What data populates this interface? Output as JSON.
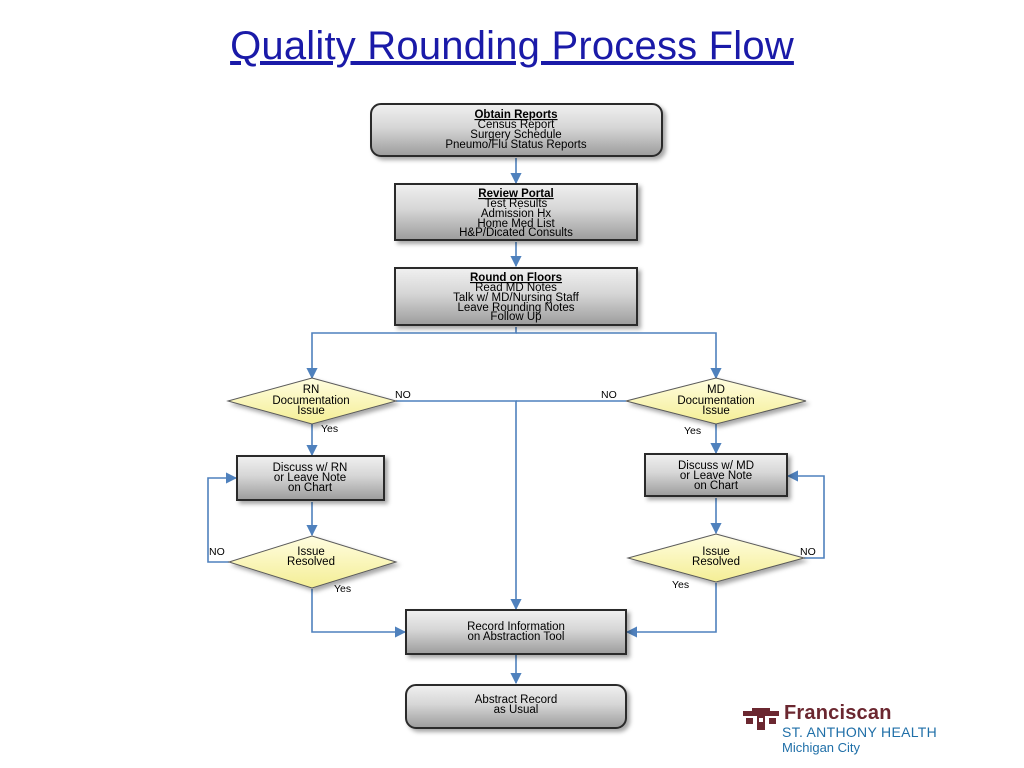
{
  "title": "Quality Rounding Process Flow",
  "nodes": {
    "obtain_reports": {
      "heading": "Obtain Reports",
      "lines": [
        "Census Report",
        "Surgery Schedule",
        "Pneumo/Flu Status Reports"
      ]
    },
    "review_portal": {
      "heading": "Review Portal",
      "lines": [
        "Test Results",
        "Admission Hx",
        "Home Med List",
        "H&P/Dicated Consults"
      ]
    },
    "round_on_floors": {
      "heading": "Round on Floors",
      "lines": [
        "Read MD Notes",
        "Talk w/ MD/Nursing Staff",
        "Leave Rounding Notes",
        "Follow Up"
      ]
    },
    "rn_decision": {
      "lines": [
        "RN",
        "Documentation",
        "Issue"
      ]
    },
    "md_decision": {
      "lines": [
        "MD",
        "Documentation",
        "Issue"
      ]
    },
    "discuss_rn": {
      "lines": [
        "Discuss w/ RN",
        "or Leave Note",
        "on Chart"
      ]
    },
    "discuss_md": {
      "lines": [
        "Discuss w/ MD",
        "or Leave Note",
        "on Chart"
      ]
    },
    "rn_resolved": {
      "lines": [
        "Issue",
        "Resolved"
      ]
    },
    "md_resolved": {
      "lines": [
        "Issue",
        "Resolved"
      ]
    },
    "record_info": {
      "lines": [
        "Record Information",
        "on Abstraction Tool"
      ]
    },
    "abstract_record": {
      "lines": [
        "Abstract Record",
        "as Usual"
      ]
    }
  },
  "edge_labels": {
    "rn_no": "NO",
    "rn_yes": "Yes",
    "md_no": "NO",
    "md_yes": "Yes",
    "rn_resolved_no": "NO",
    "rn_resolved_yes": "Yes",
    "md_resolved_no": "NO",
    "md_resolved_yes": "Yes"
  },
  "logo": {
    "brand": "Franciscan",
    "subtitle": "ST. ANTHONY HEALTH",
    "location": "Michigan City"
  },
  "colors": {
    "title": "#1a1aa8",
    "connector": "#4f81bd",
    "diamond_fill": "#fbf8b4",
    "box_fill": "#d4d4d4",
    "logo_brand": "#6b2730",
    "logo_sub": "#1f6fa8"
  }
}
